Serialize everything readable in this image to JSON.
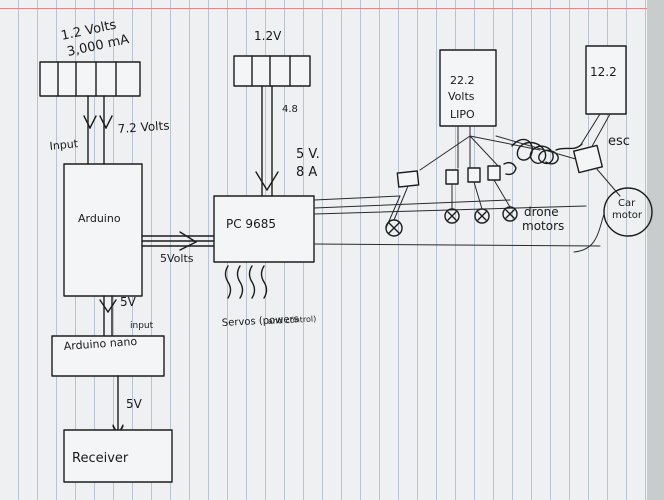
{
  "diagram": {
    "battery_left": {
      "label": "1.2 Volts\n3,000 mA",
      "line1": "1.2 Volts",
      "line2": "3,000 mA"
    },
    "battery_mid": {
      "label": "1.2V"
    },
    "lipo": {
      "line1": "22.2",
      "line2": "Volts",
      "line3": "LIPO"
    },
    "esc_batt": {
      "label": "12.2"
    },
    "esc": {
      "label": "esc"
    },
    "car_motor": {
      "line1": "Car",
      "line2": "motor"
    },
    "arduino": {
      "label": "Arduino"
    },
    "pc9685": {
      "label": "PC 9685"
    },
    "arduino_nano": {
      "label": "Arduino nano"
    },
    "receiver": {
      "label": "Receiver"
    },
    "labels": {
      "input": "Input",
      "seven_two_volts": "7.2 Volts",
      "four_eight": "4.8",
      "five_v_8a_line1": "5 V.",
      "five_v_8a_line2": "8 A",
      "five_volts_link": "5Volts",
      "five_v_a": "5V",
      "nano_input": "input",
      "five_v_b": "5V",
      "servos_line1": "Servos (powers",
      "servos_line2": "and control)",
      "drone_line1": "drone",
      "drone_line2": "motors"
    },
    "colors": {
      "ink": "#1c1c1c",
      "paper": "#eef0f1",
      "grid": "#b8c3d6",
      "margin": "#d98b8b"
    }
  }
}
